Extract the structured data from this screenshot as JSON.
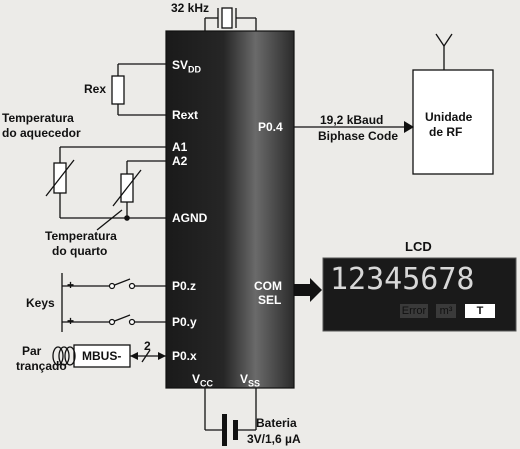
{
  "crystal": "32 kHz",
  "rex": "Rex",
  "temp_heater": [
    "Temperatura",
    "do aquecedor"
  ],
  "temp_room": [
    "Temperatura",
    "do quarto"
  ],
  "keys": "Keys",
  "twisted_pair": [
    "Par",
    "trançado"
  ],
  "mbus": "MBUS-",
  "bus_width": "2",
  "pins_left": {
    "svdd_main": "SV",
    "svdd_sub": "DD",
    "rext": "Rext",
    "a1": "A1",
    "a2": "A2",
    "agnd": "AGND",
    "p0z": "P0.z",
    "p0y": "P0.y",
    "p0x": "P0.x"
  },
  "pins_right": {
    "p04": "P0.4",
    "com": "COM",
    "sel": "SEL"
  },
  "pins_bottom": {
    "vcc_main": "V",
    "vcc_sub": "CC",
    "vss_main": "V",
    "vss_sub": "SS"
  },
  "rf_link": [
    "19,2 kBaud",
    "Biphase Code"
  ],
  "rf_unit": [
    "Unidade",
    "de RF"
  ],
  "battery": [
    "Bateria",
    "3V/1,6 µA"
  ],
  "lcd_title": "LCD",
  "lcd_digits": "12345678",
  "lcd_labels": [
    "Error",
    "m³",
    "T"
  ],
  "key_signs": [
    "+",
    "+"
  ]
}
